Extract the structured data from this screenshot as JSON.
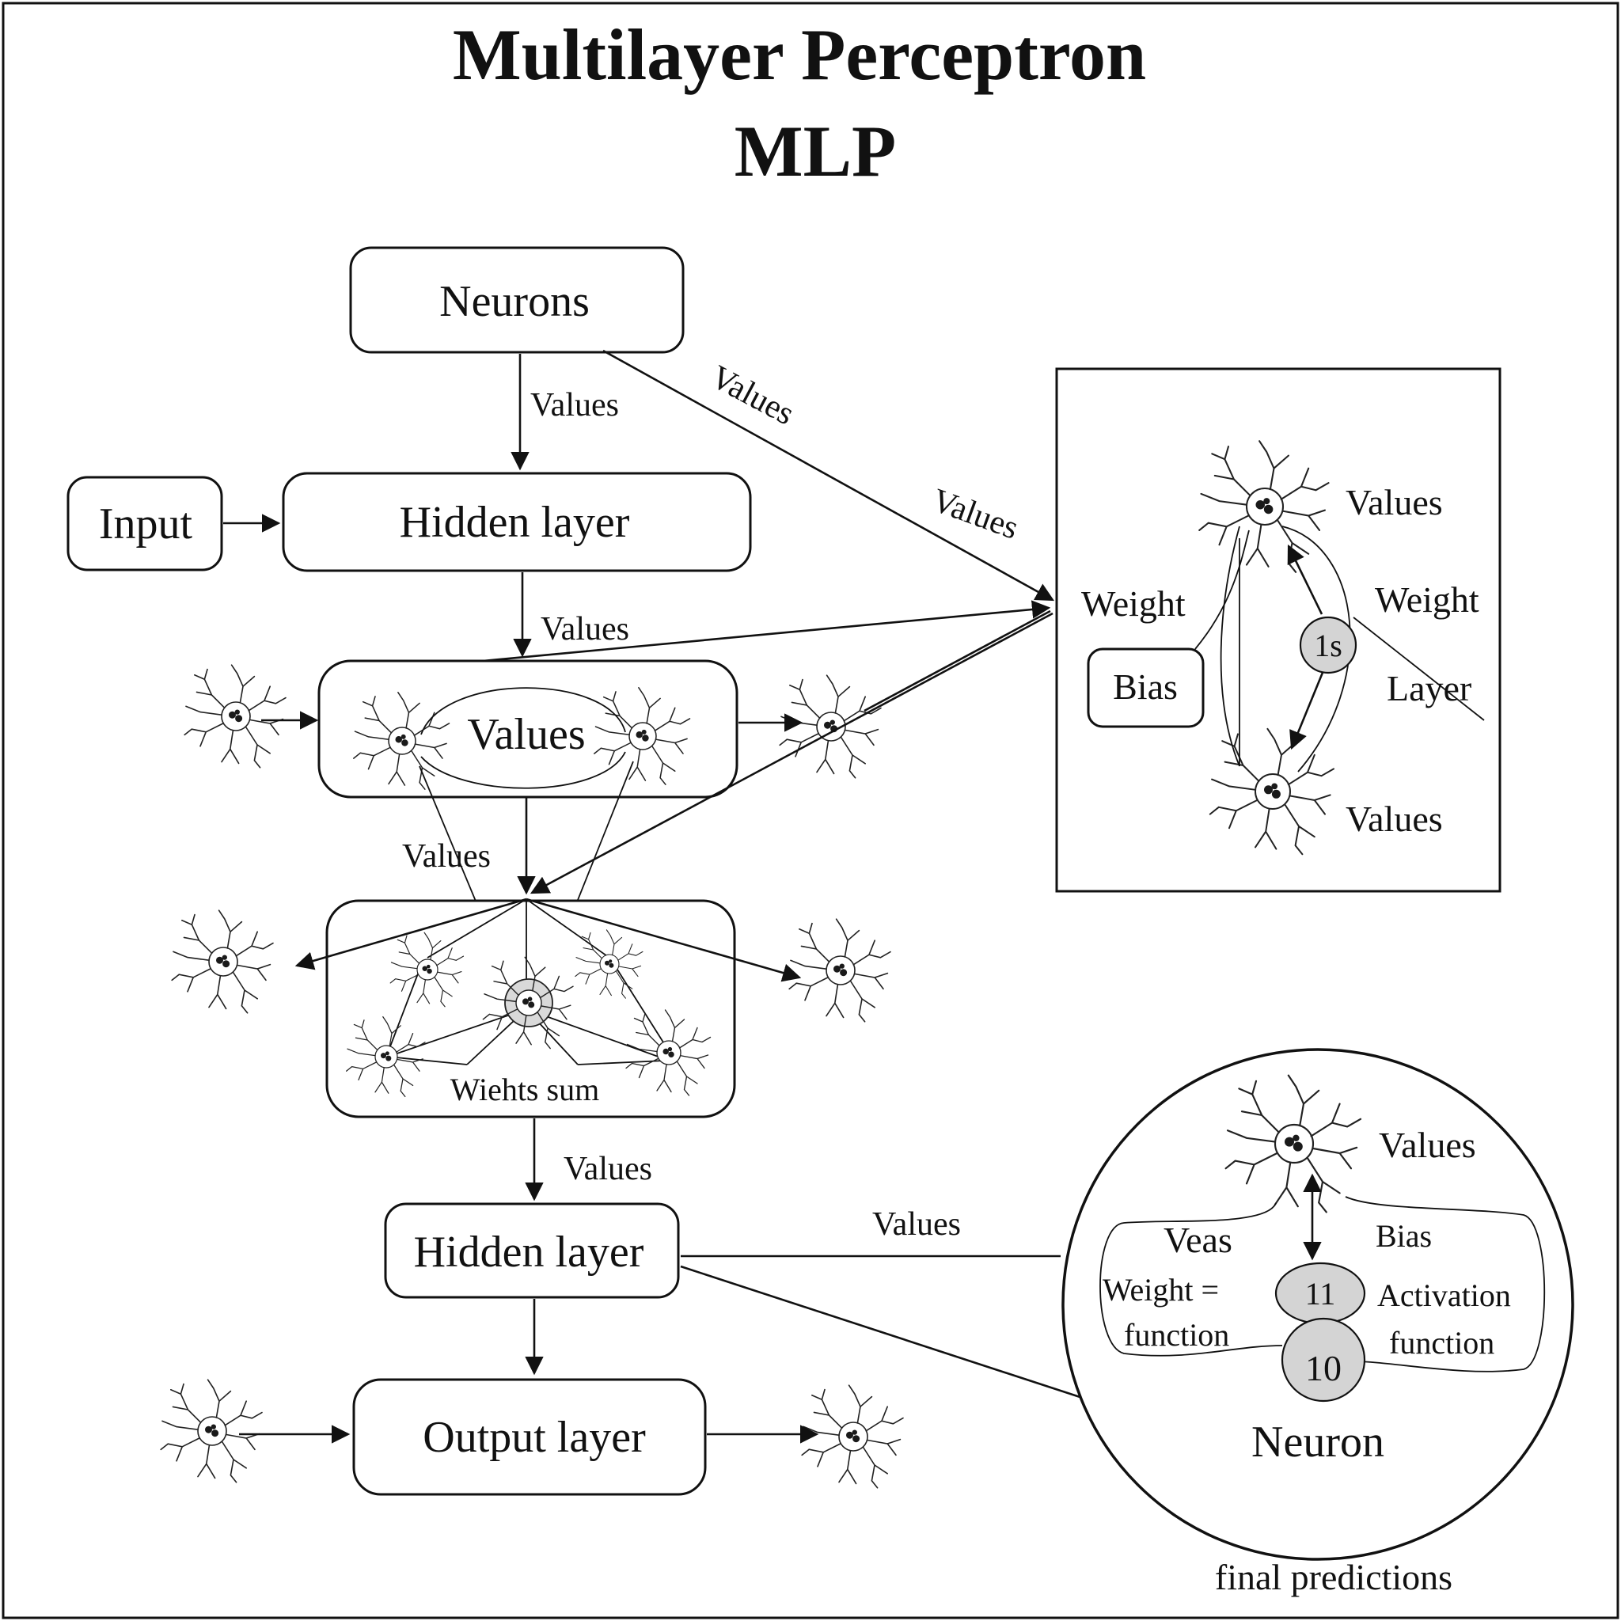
{
  "title": {
    "line1": "Multilayer Perceptron",
    "line2": "MLP"
  },
  "boxes": {
    "neurons": "Neurons",
    "input": "Input",
    "hidden_layer_1": "Hidden layer",
    "values_box": "Values",
    "weights_sum": "Wiehts sum",
    "hidden_layer_2": "Hidden layer",
    "output_layer": "Output layer"
  },
  "edge_labels": {
    "neurons_to_hidden": "Values",
    "neurons_diag_1": "Values",
    "neurons_diag_2": "Values",
    "hidden_to_values": "Values",
    "values_to_sum": "Values",
    "sum_to_hidden2": "Values",
    "hidden2_to_neuron": "Values"
  },
  "right_panel": {
    "values_top": "Values",
    "weight_left": "Weight",
    "weight_right": "Weight",
    "bias": "Bias",
    "node_label": "1s",
    "layer": "Layer",
    "values_bottom": "Values"
  },
  "neuron_circle": {
    "values": "Values",
    "veas": "Veas",
    "weight_eq": "Weight =",
    "function_left": "function",
    "bias": "Bias",
    "activation": "Activation",
    "function_right": "function",
    "node_top": "11",
    "node_bottom": "10",
    "caption": "Neuron"
  },
  "footer": "final predictions"
}
